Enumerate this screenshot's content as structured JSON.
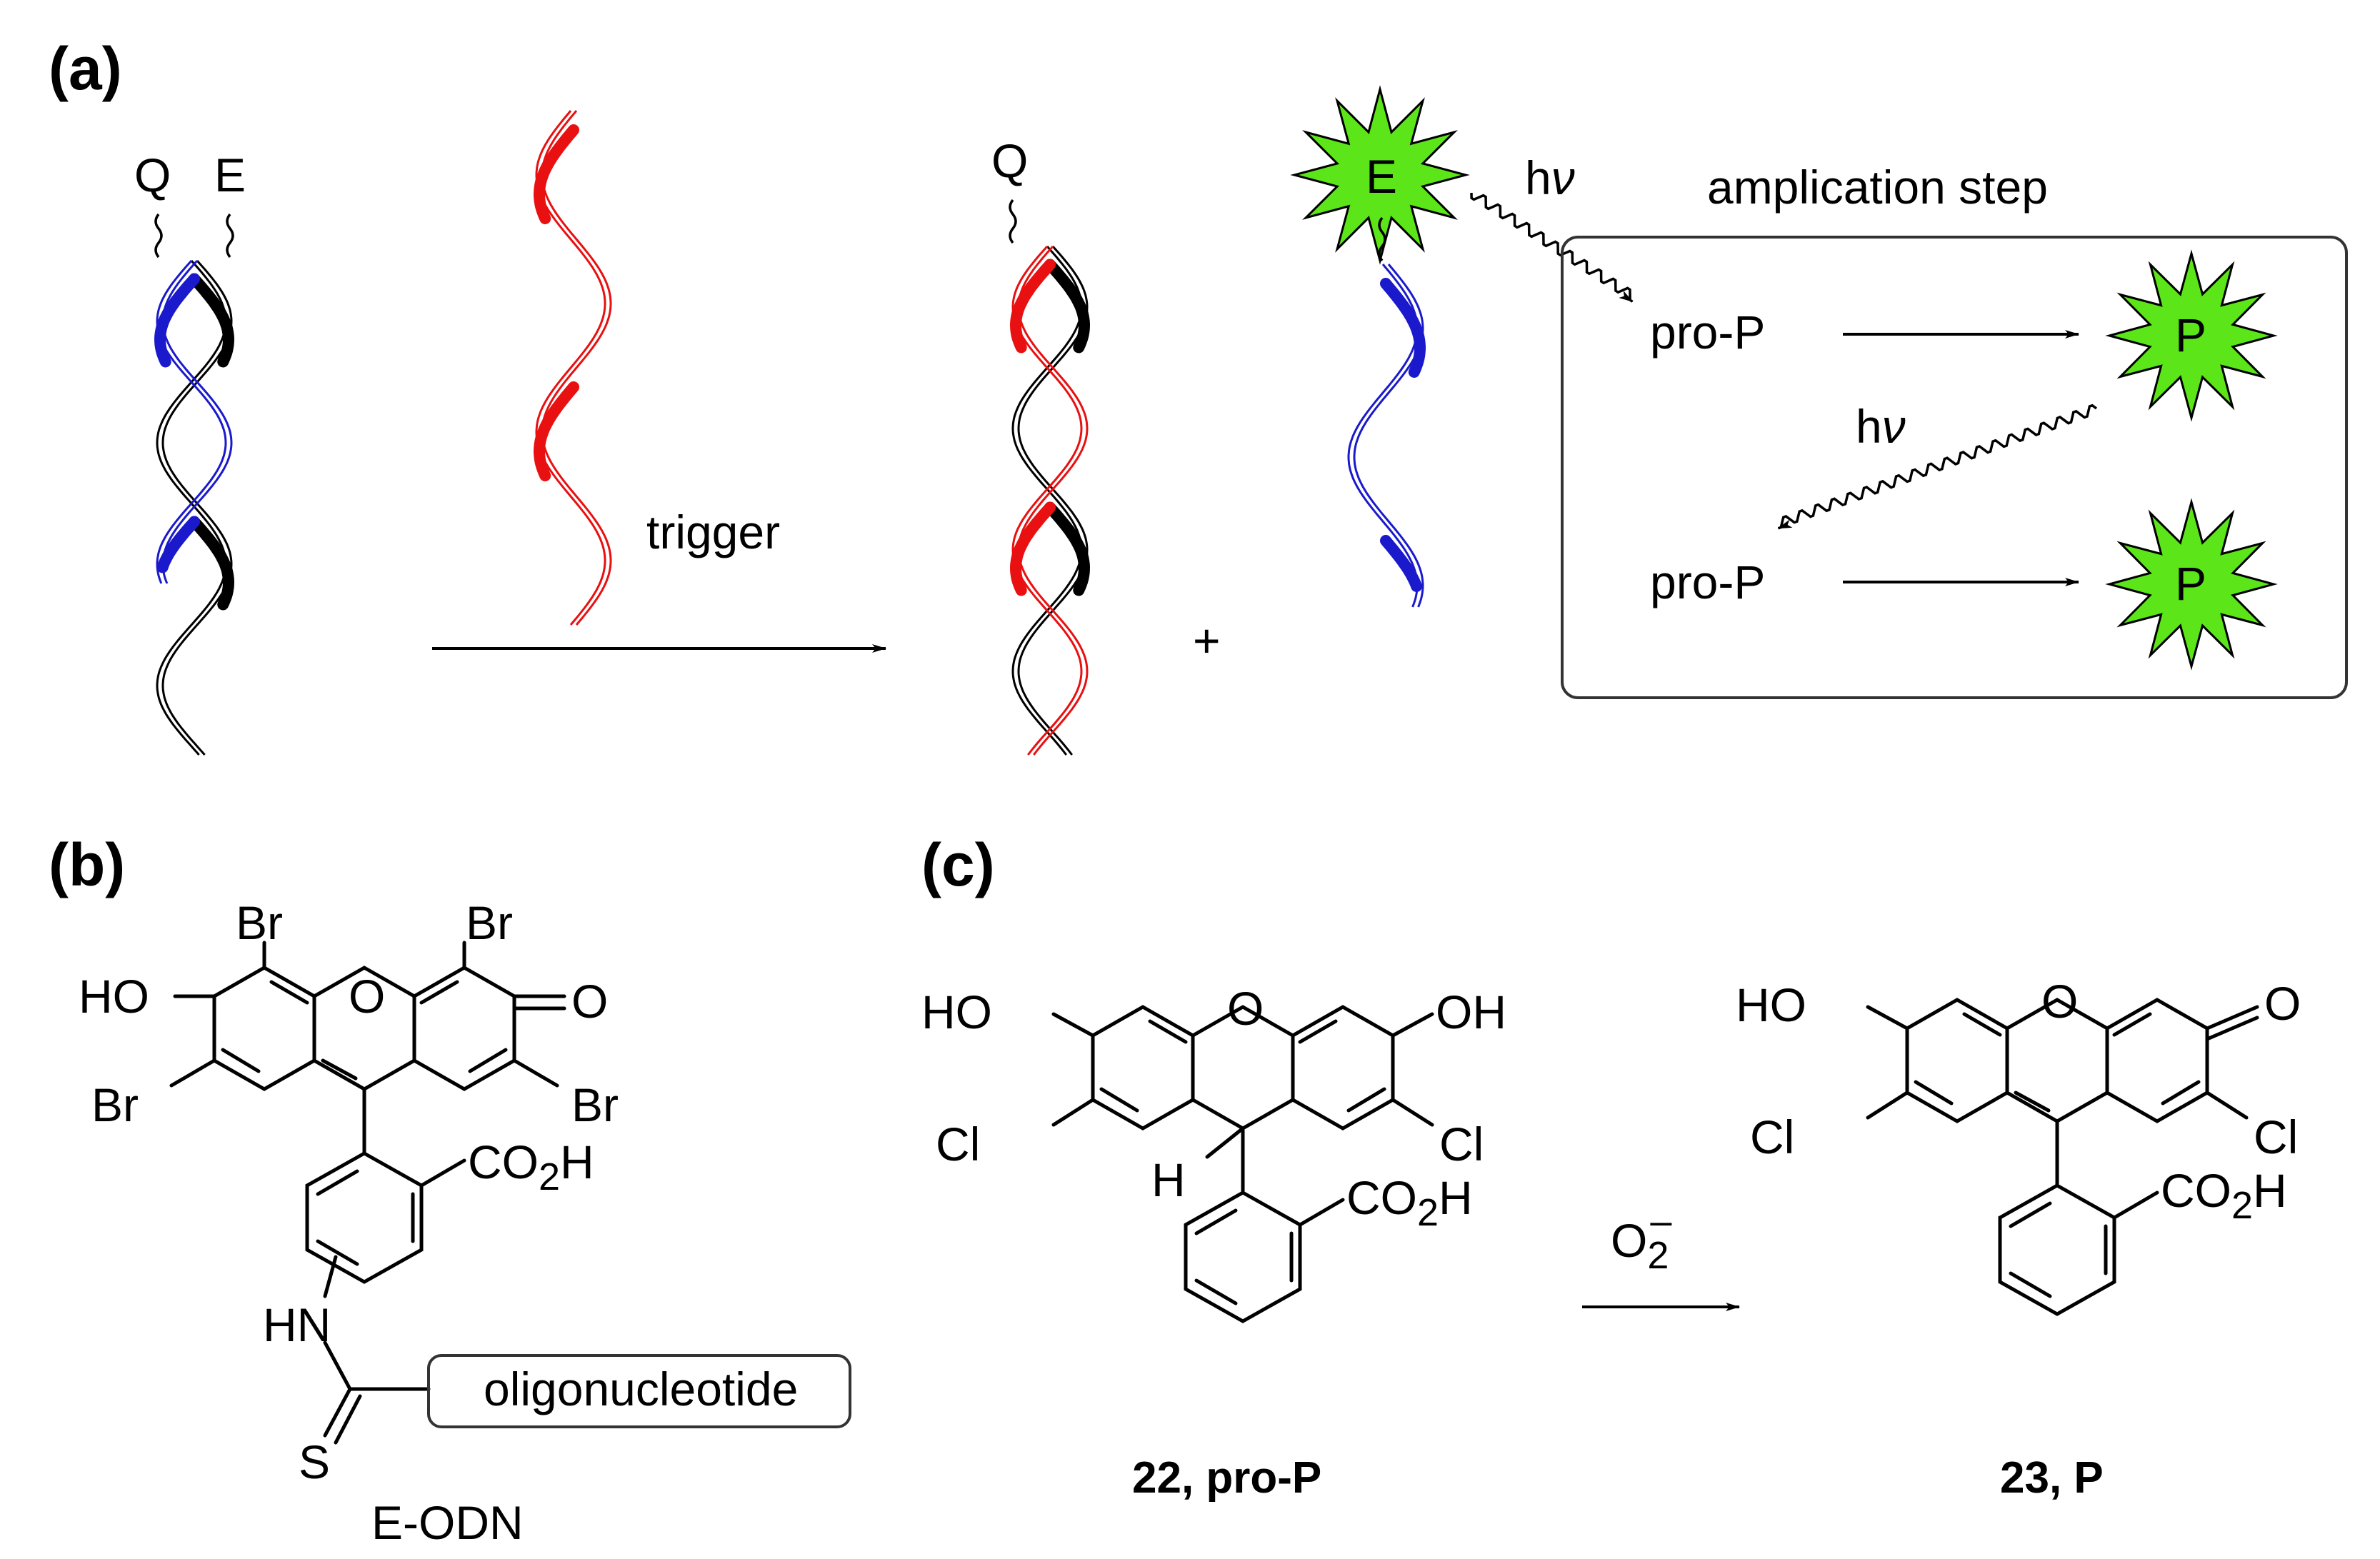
{
  "panels": {
    "a": "(a)",
    "b": "(b)",
    "c": "(c)"
  },
  "scheme_a": {
    "probe_labels": {
      "quencher": "Q",
      "emitter": "E"
    },
    "trigger_label": "trigger",
    "plus": "+",
    "released_quencher": "Q",
    "released_emitter": "E",
    "light_label_1": "hν",
    "box_title": "amplication step",
    "pro_p_1": "pro-P",
    "product_1": "P",
    "light_label_2": "hν",
    "pro_p_2": "pro-P",
    "product_2": "P"
  },
  "scheme_b": {
    "substituents": {
      "br_top_left": "Br",
      "br_top_right": "Br",
      "br_left": "Br",
      "br_right": "Br",
      "ho": "HO",
      "o_ring": "O",
      "o_keto": "O",
      "carboxyl": "CO",
      "carboxyl_sub": "2",
      "carboxyl_h": "H",
      "hn": "HN",
      "s": "S"
    },
    "oligo_label": "oligonucleotide",
    "caption": "E-ODN"
  },
  "scheme_c": {
    "reactant": {
      "ho": "HO",
      "o_ring": "O",
      "oh": "OH",
      "cl_left": "Cl",
      "cl_right": "Cl",
      "h": "H",
      "carboxyl": "CO",
      "carboxyl_sub": "2",
      "carboxyl_h": "H"
    },
    "reagent": "O",
    "reagent_sub": "2",
    "reagent_sup": "–",
    "product": {
      "ho": "HO",
      "o_ring": "O",
      "o_keto": "O",
      "cl_left": "Cl",
      "cl_right": "Cl",
      "carboxyl": "CO",
      "carboxyl_sub": "2",
      "carboxyl_h": "H"
    },
    "reactant_caption": "22, pro-P",
    "product_caption": "23, P"
  },
  "colors": {
    "strand_black": "#000000",
    "strand_blue": "#1a1acc",
    "strand_red": "#e81010",
    "star_fill": "#5ce619",
    "box_stroke": "#333333"
  }
}
